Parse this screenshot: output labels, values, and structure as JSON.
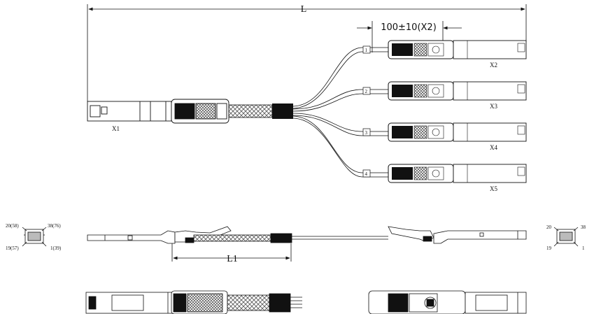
{
  "dimensions": {
    "overall_length": "L",
    "breakout_length": "100±10(X2)",
    "bottom_length": "L1"
  },
  "connectors": {
    "main": "X1",
    "branches": [
      "X2",
      "X3",
      "X4",
      "X5"
    ]
  },
  "branch_numbers": [
    "1",
    "2",
    "3",
    "4"
  ],
  "pinout_left": {
    "top_left": "20(58)",
    "top_right": "38(76)",
    "bottom_left": "19(57)",
    "bottom_right": "1(39)"
  },
  "pinout_right": {
    "top_left": "20",
    "top_right": "38",
    "bottom_left": "19",
    "bottom_right": "1"
  }
}
